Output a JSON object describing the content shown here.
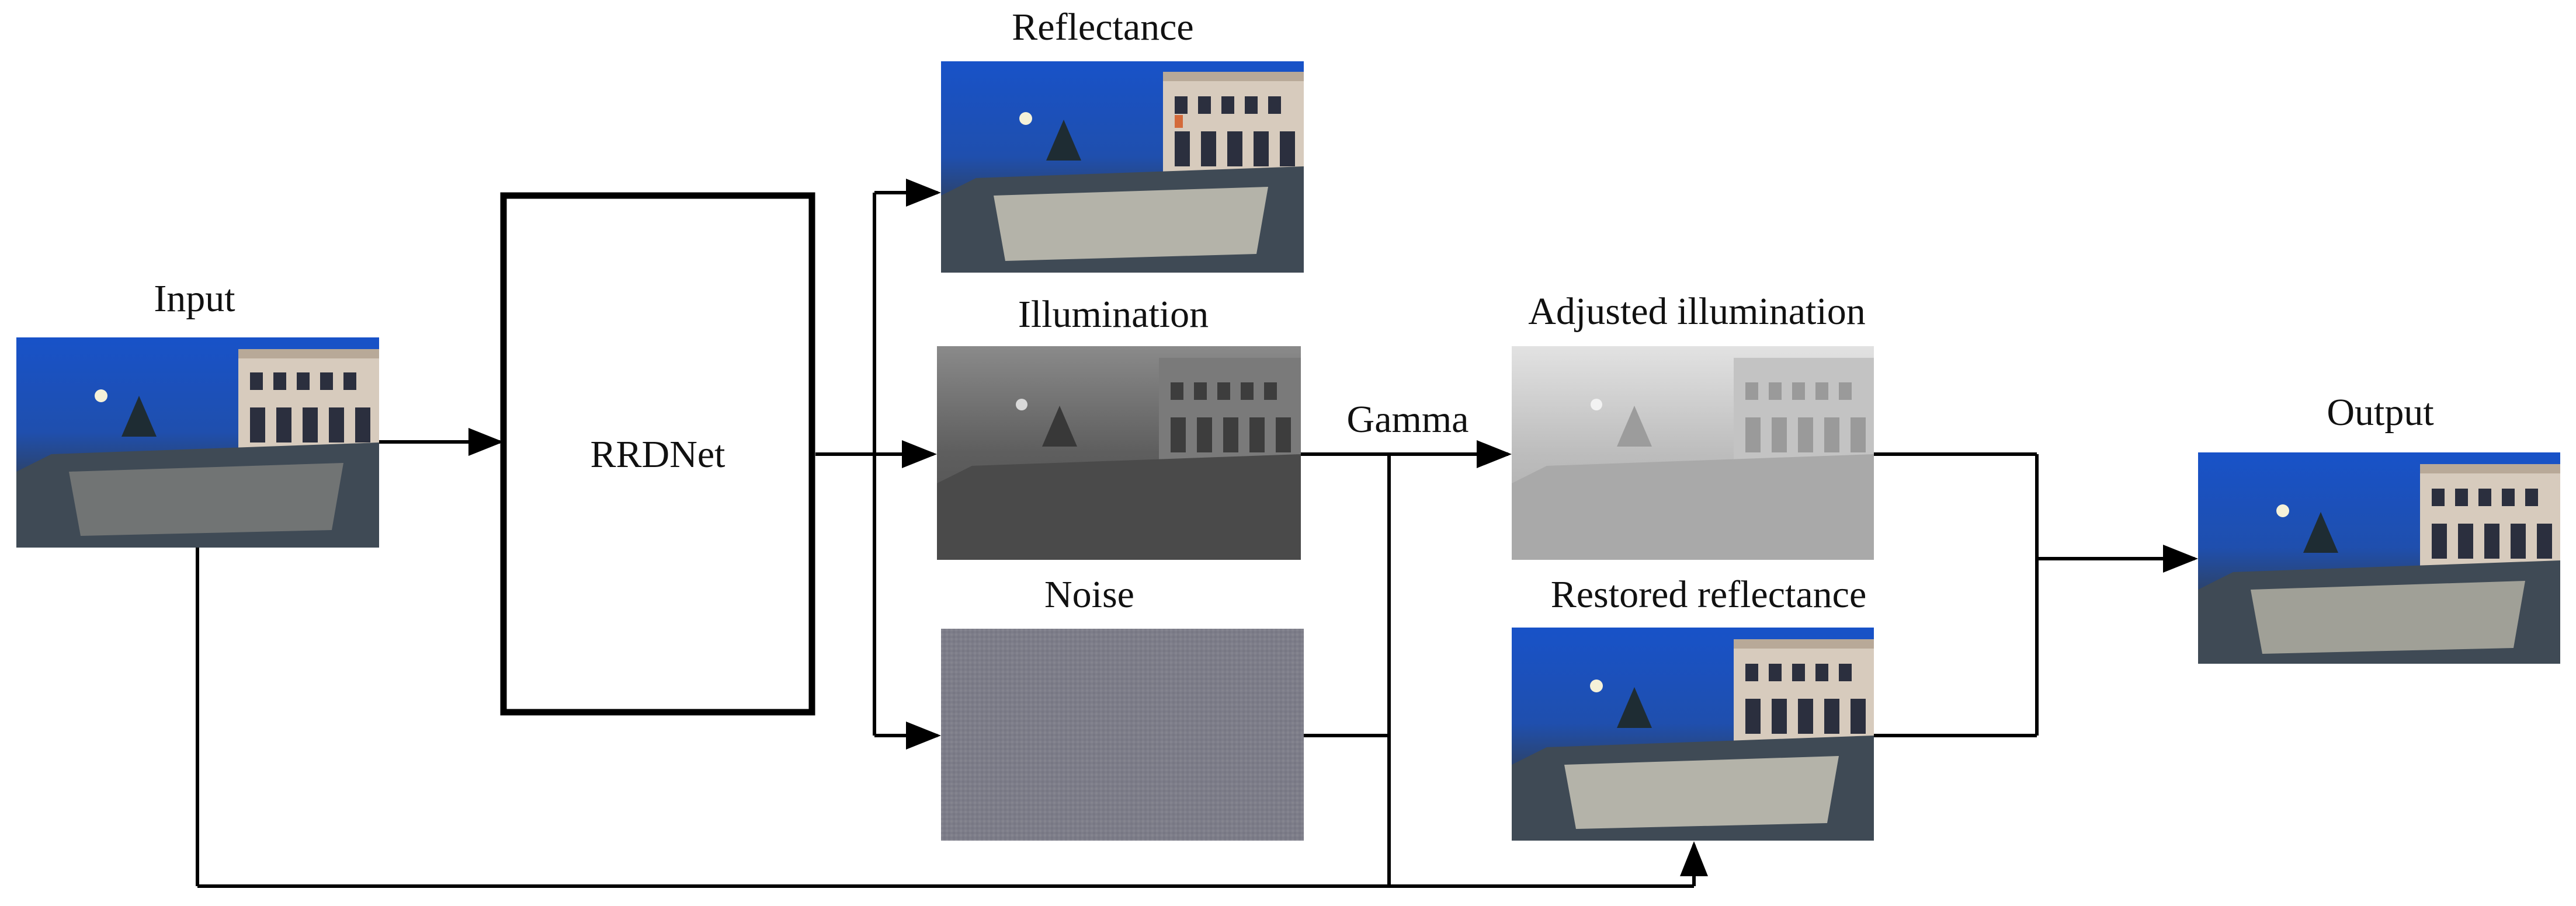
{
  "labels": {
    "input": "Input",
    "network": "RRDNet",
    "reflectance": "Reflectance",
    "illumination": "Illumination",
    "noise": "Noise",
    "gamma": "Gamma",
    "adjusted_illumination": "Adjusted illumination",
    "restored_reflectance": "Restored reflectance",
    "output": "Output"
  },
  "colors": {
    "night_sky": "#1d4fb8",
    "illumination_gray": "#5a5a5a",
    "adjusted_gray": "#aaaaaa",
    "noise_gray": "#7e7e8a"
  }
}
